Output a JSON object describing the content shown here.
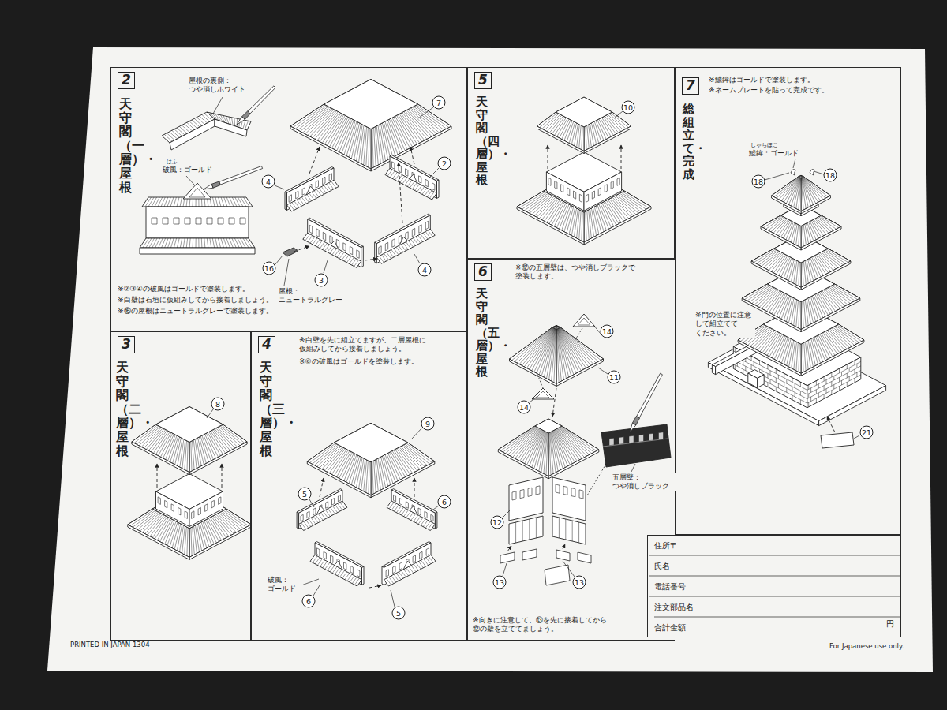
{
  "diagram": {
    "nodes": [
      {
        "text": [
          "2",
          "天守閣（一層）・屋根",
          "※②③④の破風はゴールドで塗装します。",
          "※白壁は石垣に仮組みしてから接着しましょう。",
          "※⑯の屋根はニュートラルグレーで塗装します。"
        ]
      },
      {
        "text": [
          "3",
          "天守閣（二層）・屋根"
        ]
      },
      {
        "text": [
          "4",
          "天守閣（三層）・屋根",
          "※白壁を先に組立てますが、二層屋根に 仮組みしてから接着しましょう。",
          "※⑥の破風はゴールドを塗装します。"
        ]
      },
      {
        "text": [
          "5",
          "天守閣（四層）・屋根"
        ]
      },
      {
        "text": [
          "6",
          "天守閣（五層）・屋根",
          "※⑫の五層壁は、つや消しブラックで 塗装します。",
          "※向きに注意して、⑬を先に接着してから ⑫の壁を立ててましょう。"
        ]
      },
      {
        "text": [
          "7",
          "総組立て・完成",
          "※鯱鉾はゴールドで塗装します。",
          "※ネームプレートを貼って完成です。",
          "※門の位置に注意 して組立てて ください。"
        ]
      },
      {
        "text": [
          "住所〒",
          "氏名",
          "電話番号",
          "注文部品名",
          "合計金額",
          "円"
        ]
      }
    ],
    "labels": [
      "屋根の裏側： つや消しホワイト",
      "はふ",
      "破風：ゴールド",
      "7",
      "2",
      "4",
      "4",
      "3",
      "16",
      "屋根： ニュートラルグレー",
      "8",
      "9",
      "5",
      "6",
      "破風： ゴールド",
      "6",
      "5",
      "10",
      "14",
      "11",
      "14",
      "12",
      "13",
      "13",
      "五層壁： つや消しブラック",
      "しゃちほこ",
      "鯱鉾：ゴールド",
      "18",
      "18",
      "21",
      "PRINTED IN JAPAN 1304",
      "For Japanese use only."
    ]
  }
}
